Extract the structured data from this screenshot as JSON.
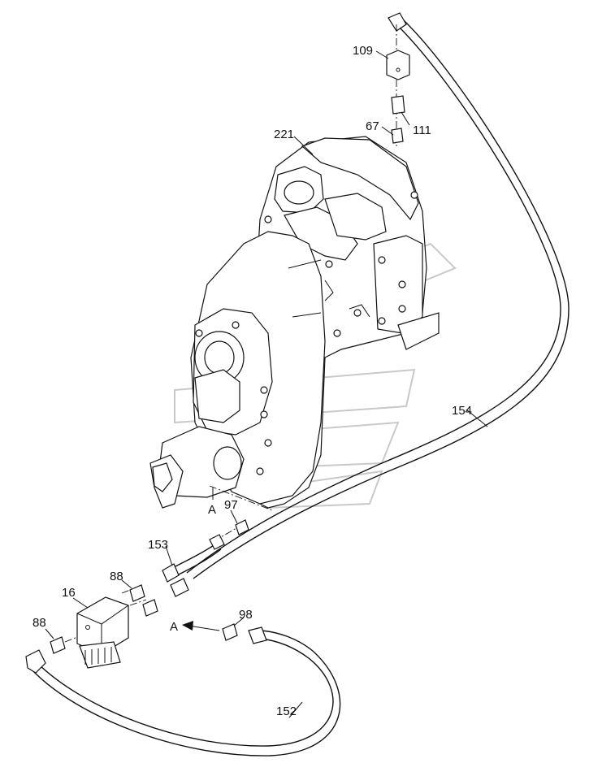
{
  "callouts": {
    "c109": "109",
    "c111": "111",
    "c67": "67",
    "c221": "221",
    "c154": "154",
    "cA1": "A",
    "c97": "97",
    "c153": "153",
    "c88a": "88",
    "c16": "16",
    "c88b": "88",
    "c98": "98",
    "cA2": "A",
    "c152": "152"
  }
}
